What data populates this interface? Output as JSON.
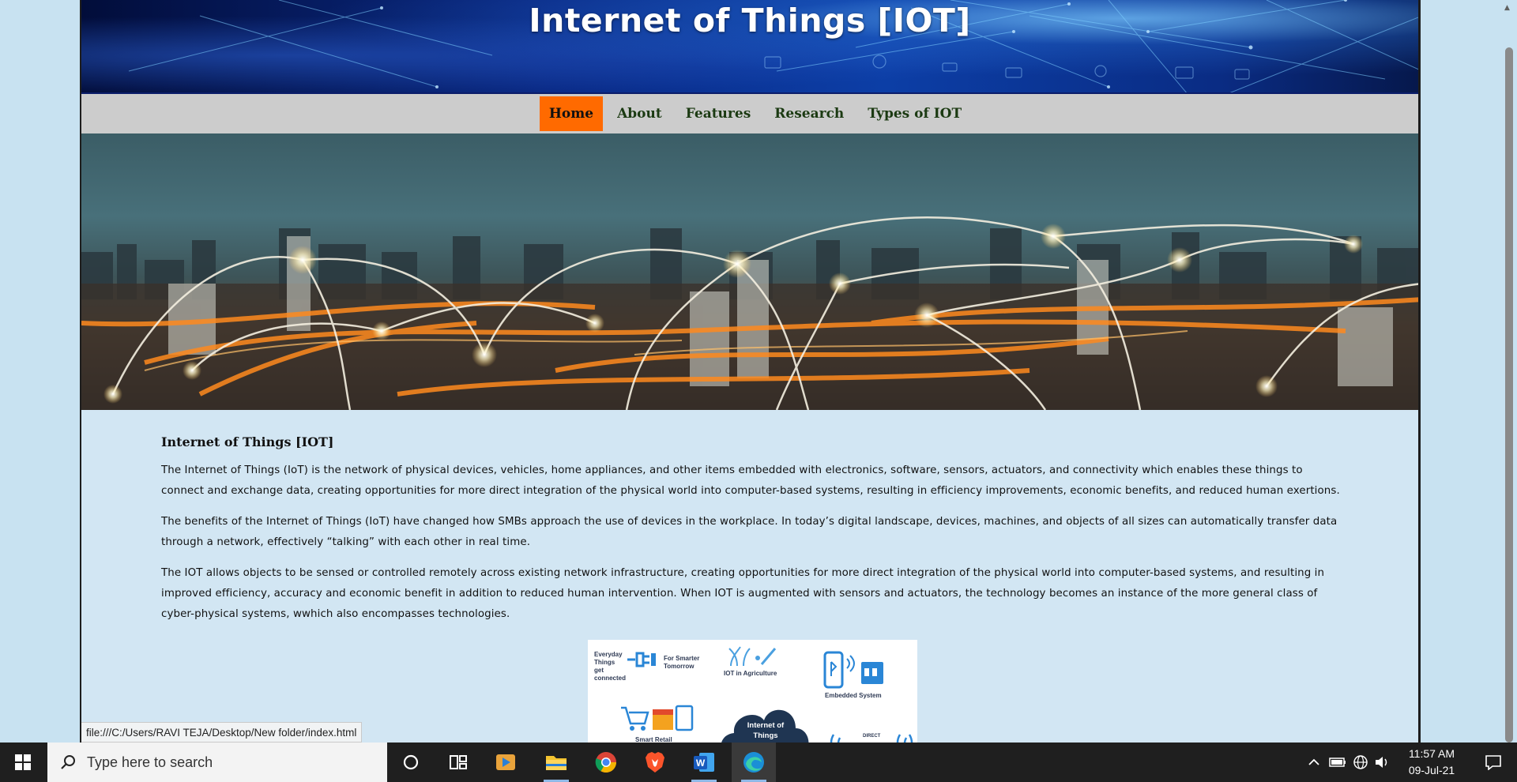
{
  "header": {
    "title": "Internet of Things [IOT]"
  },
  "nav": {
    "items": [
      {
        "label": "Home",
        "active": true
      },
      {
        "label": "About",
        "active": false
      },
      {
        "label": "Features",
        "active": false
      },
      {
        "label": "Research",
        "active": false
      },
      {
        "label": "Types of IOT",
        "active": false
      }
    ]
  },
  "content": {
    "heading": "Internet of Things [IOT]",
    "paragraphs": [
      "The Internet of Things (IoT) is the network of physical devices, vehicles, home appliances, and other items embedded with electronics, software, sensors, actuators, and connectivity which enables these things to connect and exchange data, creating opportunities for more direct integration of the physical world into computer-based systems, resulting in efficiency improvements, economic benefits, and reduced human exertions.",
      "The benefits of the Internet of Things (IoT) have changed how SMBs approach the use of devices in the workplace. In today’s digital landscape, devices, machines, and objects of all sizes can automatically transfer data through a network, effectively “talking” with each other in real time.",
      "The IOT allows objects to be sensed or controlled remotely across existing network infrastructure, creating opportunities for more direct integration of the physical world into computer-based systems, and resulting in improved efficiency, accuracy and economic benefit in addition to reduced human intervention. When IOT is augmented with sensors and actuators, the technology becomes an instance of the more general class of cyber-physical systems, wwhich also encompasses technologies."
    ]
  },
  "infographic": {
    "labels": {
      "everyday": "Everyday Things get connected",
      "smarter": "For Smarter Tomorrow",
      "agri": "IOT in Agriculture",
      "embedded": "Embedded System",
      "retail": "Smart Retail",
      "center": "Internet of Things",
      "direct": "DIRECT"
    }
  },
  "status_url": "file:///C:/Users/RAVI TEJA/Desktop/New folder/index.html",
  "taskbar": {
    "search_placeholder": "Type here to search",
    "time": "11:57 AM",
    "date": "09-Jul-21",
    "apps": [
      "cortana-icon",
      "task-view-icon",
      "media-player-icon",
      "file-explorer-icon",
      "chrome-icon",
      "brave-icon",
      "word-icon",
      "edge-icon"
    ]
  },
  "colors": {
    "nav_active": "#ff6a00",
    "nav_bg": "#cccccc",
    "page_bg": "#d2e6f3",
    "taskbar_bg": "#1f1f1f"
  }
}
